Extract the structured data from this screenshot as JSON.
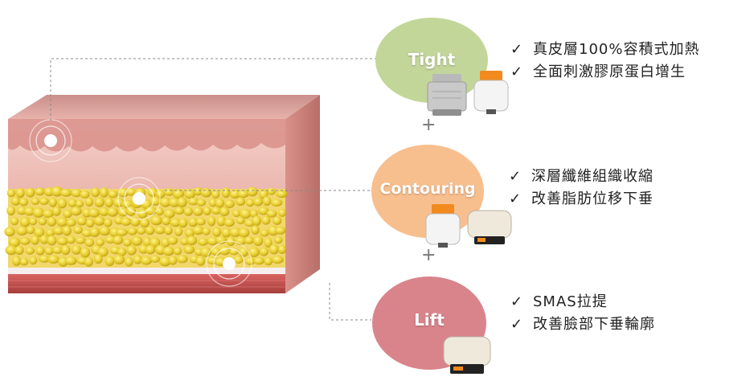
{
  "tiers": [
    {
      "label": "Tight",
      "color": "#c3d69a",
      "devices": [
        "gray-transducer-icon",
        "orange-transducer-icon"
      ],
      "bullets": [
        "真皮層100%容積式加熱",
        "全面刺激膠原蛋白增生"
      ]
    },
    {
      "label": "Contouring",
      "color": "#f7bf8e",
      "devices": [
        "orange-transducer-icon",
        "wide-transducer-icon"
      ],
      "bullets": [
        "深層纖維組織收縮",
        "改善脂肪位移下垂"
      ]
    },
    {
      "label": "Lift",
      "color": "#d9848b",
      "devices": [
        "wide-transducer-icon"
      ],
      "bullets": [
        "SMAS拉提",
        "改善臉部下垂輪廓"
      ]
    }
  ],
  "plus_sign": "+",
  "check_mark": "✓",
  "colors": {
    "epidermis": "#e7a7a2",
    "dermis": "#efc3bd",
    "fat": "#e8cf3a",
    "muscle": "#c8504e",
    "connector": "#888888"
  }
}
